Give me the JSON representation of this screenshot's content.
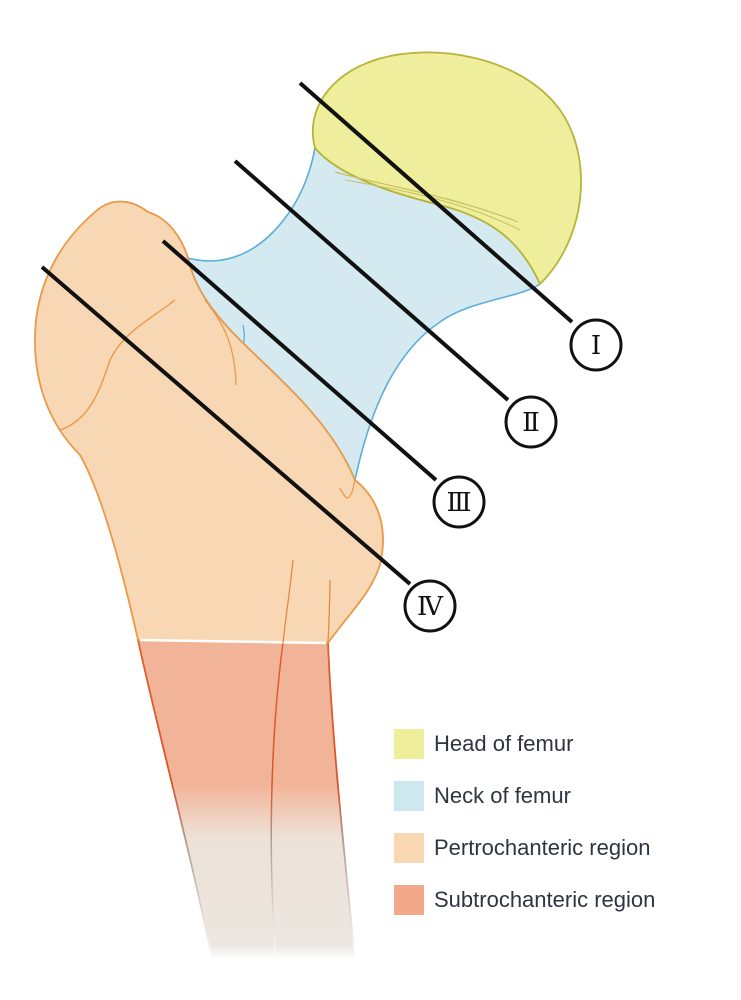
{
  "legend": {
    "items": [
      {
        "label": "Head of femur",
        "color": "#eeee9c"
      },
      {
        "label": "Neck of femur",
        "color": "#cde8ef"
      },
      {
        "label": "Pertrochanteric region",
        "color": "#f8d8b4"
      },
      {
        "label": "Subtrochanteric region",
        "color": "#f2a98a"
      }
    ]
  },
  "markers": [
    {
      "numeral": "Ⅰ"
    },
    {
      "numeral": "Ⅱ"
    },
    {
      "numeral": "Ⅲ"
    },
    {
      "numeral": "Ⅳ"
    }
  ]
}
